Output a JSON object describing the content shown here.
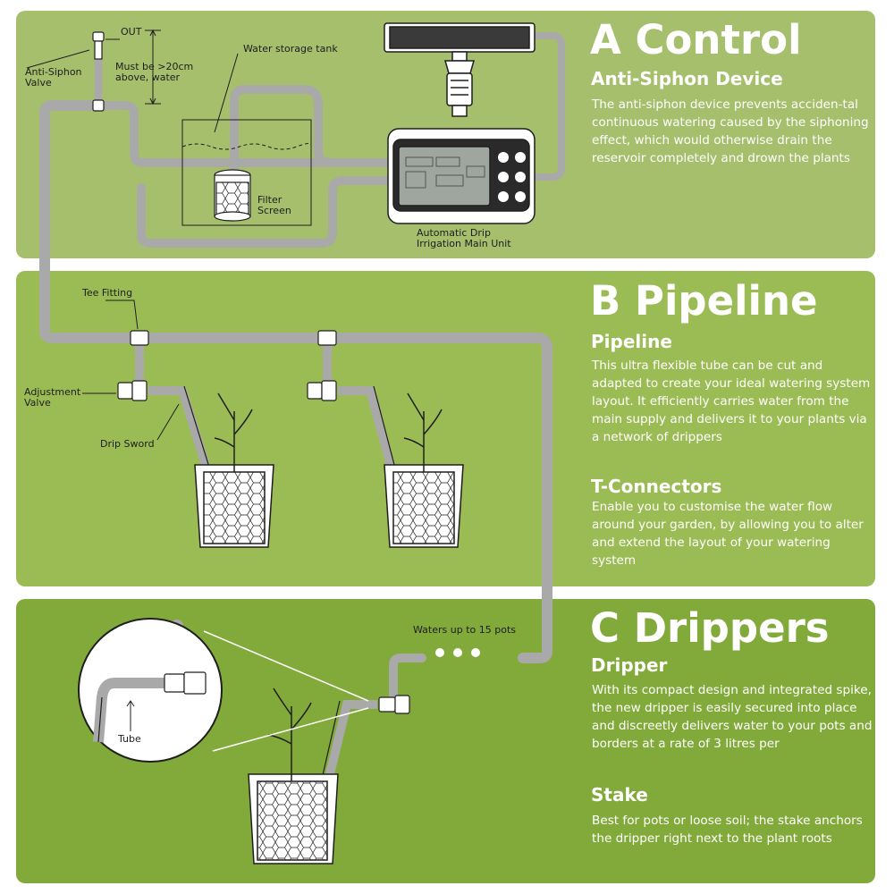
{
  "sections": {
    "a": {
      "title": "A Control",
      "subtitle": "Anti-Siphon Device",
      "text": "The anti-siphon device prevents acciden-tal continuous watering caused by the siphoning effect, which would otherwise drain the reservoir completely and drown the plants"
    },
    "b": {
      "title": "B Pipeline",
      "subtitle1": "Pipeline",
      "text1": "This ultra flexible tube can be cut and adapted to create your ideal watering system layout. It efficiently carries water from the main supply and delivers it to your plants via a network of drippers",
      "subtitle2": "T-Connectors",
      "text2": "Enable you to customise the water flow around your garden, by allowing you to alter and extend the layout of your watering system"
    },
    "c": {
      "title": "C Drippers",
      "subtitle1": "Dripper",
      "text1": "With its compact design and integrated spike, the new dripper is easily secured into place and discreetly delivers water to your pots and borders at a rate of 3 litres per",
      "subtitle2": "Stake",
      "text2": "Best for pots or loose soil; the stake anchors the dripper right next to the plant roots"
    }
  },
  "labels": {
    "out": "OUT",
    "height_note_line1": "Must be >20cm",
    "height_note_line2": "above, water",
    "anti_siphon_line1": "Anti-Siphon",
    "anti_siphon_line2": "Valve",
    "water_tank": "Water storage tank",
    "filter_line1": "Filter",
    "filter_line2": "Screen",
    "main_unit_line1": "Automatic Drip",
    "main_unit_line2": "Irrigation Main Unit",
    "tee_fitting": "Tee Fitting",
    "adjustment_line1": "Adjustment",
    "adjustment_line2": "Valve",
    "drip_sword": "Drip Sword",
    "waters_up_to": "Waters up to 15 pots",
    "tube": "Tube"
  },
  "colors": {
    "panel_a": "#a6bf6c",
    "panel_b": "#9bbc54",
    "panel_c": "#82aa3a",
    "pipe": "#a9a9a9",
    "line": "#1e1e1e"
  }
}
